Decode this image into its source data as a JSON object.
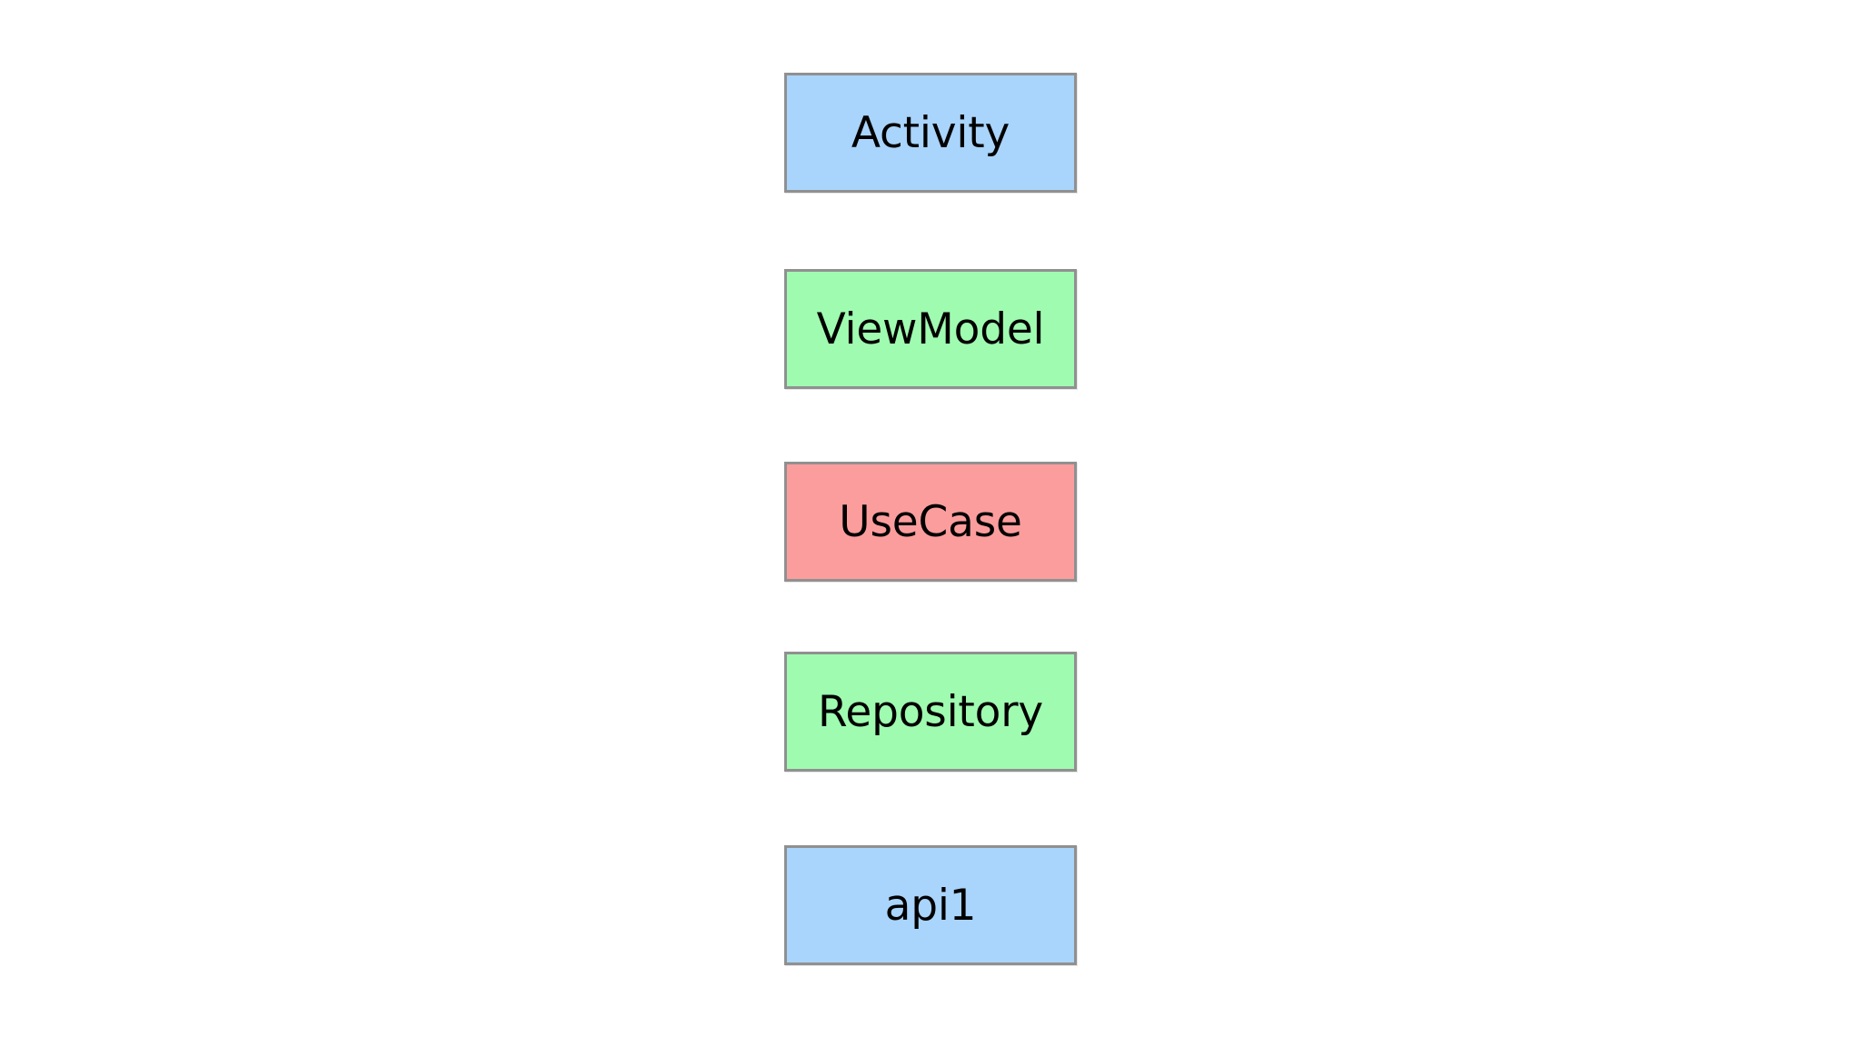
{
  "diagram": {
    "type": "layered-stack",
    "orientation": "vertical",
    "background_color": "#ffffff",
    "border_color": "#909090",
    "text_color": "#000000",
    "layers": [
      {
        "label": "Activity",
        "fill": "#a9d4fb",
        "role": "ui-layer"
      },
      {
        "label": "ViewModel",
        "fill": "#9ffbb0",
        "role": "presentation-layer"
      },
      {
        "label": "UseCase",
        "fill": "#fc9d9d",
        "role": "domain-layer"
      },
      {
        "label": "Repository",
        "fill": "#9ffbb0",
        "role": "data-layer"
      },
      {
        "label": "api1",
        "fill": "#a9d4fb",
        "role": "network-layer"
      }
    ]
  }
}
